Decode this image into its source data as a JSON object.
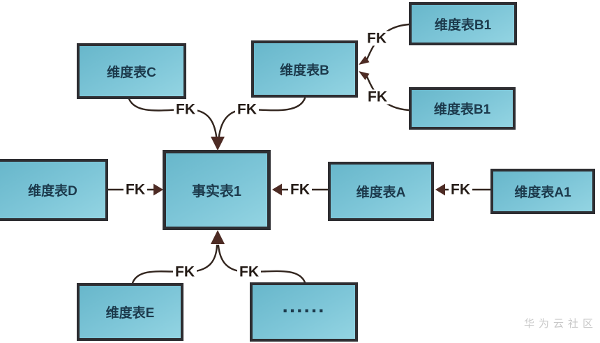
{
  "diagram": {
    "description": "star-schema fact and dimension tables",
    "nodes": [
      {
        "id": "dim-c",
        "label": "维度表C"
      },
      {
        "id": "dim-b",
        "label": "维度表B"
      },
      {
        "id": "dim-b1-top",
        "label": "维度表B1"
      },
      {
        "id": "dim-b1-bot",
        "label": "维度表B1"
      },
      {
        "id": "fact",
        "label": "事实表1"
      },
      {
        "id": "dim-d",
        "label": "维度表D"
      },
      {
        "id": "dim-a",
        "label": "维度表A"
      },
      {
        "id": "dim-a1",
        "label": "维度表A1"
      },
      {
        "id": "dim-e",
        "label": "维度表E"
      },
      {
        "id": "dim-etc",
        "label": "......"
      }
    ],
    "edges": [
      {
        "from": "dim-c",
        "to": "fact",
        "label": "FK"
      },
      {
        "from": "dim-b",
        "to": "fact",
        "label": "FK"
      },
      {
        "from": "dim-b1-top",
        "to": "dim-b",
        "label": "FK"
      },
      {
        "from": "dim-b1-bot",
        "to": "dim-b",
        "label": "FK"
      },
      {
        "from": "dim-d",
        "to": "fact",
        "label": "FK"
      },
      {
        "from": "dim-a",
        "to": "fact",
        "label": "FK"
      },
      {
        "from": "dim-a1",
        "to": "dim-a",
        "label": "FK"
      },
      {
        "from": "dim-e",
        "to": "fact",
        "label": "FK"
      },
      {
        "from": "dim-etc",
        "to": "fact",
        "label": "FK"
      }
    ],
    "colors": {
      "box_fill_top": "#68b7cb",
      "box_fill_bottom": "#93d4e2",
      "box_border": "#2e2e32",
      "box_text": "#1c3a4c",
      "line": "#32251e",
      "arrowhead": "#4d2b24",
      "fk_text": "#241b16",
      "watermark": "#c8c8c8",
      "background": "#ffffff"
    },
    "watermark": "华为云社区"
  }
}
